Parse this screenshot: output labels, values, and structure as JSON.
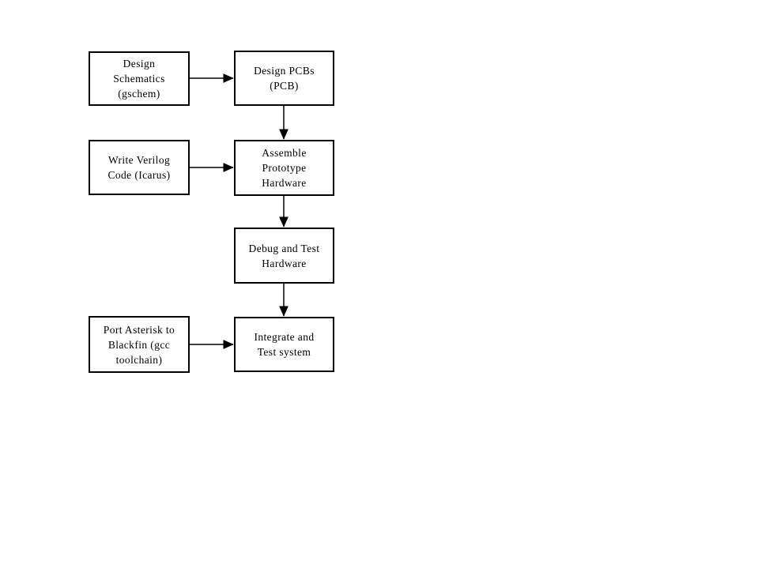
{
  "diagram": {
    "colors": {
      "background": "#ffffff",
      "box_fill": "#ffffff",
      "box_border": "#000000",
      "arrow": "#000000",
      "text": "#000000"
    },
    "nodes": {
      "design_schematics": {
        "lines": [
          "Design",
          "Schematics",
          "(gschem)"
        ]
      },
      "design_pcbs": {
        "lines": [
          "Design PCBs",
          "(PCB)"
        ]
      },
      "write_verilog": {
        "lines": [
          "Write Verilog",
          "Code (Icarus)"
        ]
      },
      "assemble_prototype": {
        "lines": [
          "Assemble",
          "Prototype",
          "Hardware"
        ]
      },
      "debug_test_hardware": {
        "lines": [
          "Debug and Test",
          "Hardware"
        ]
      },
      "port_asterisk": {
        "lines": [
          "Port Asterisk to",
          "Blackfin (gcc",
          "toolchain)"
        ]
      },
      "integrate_test": {
        "lines": [
          "Integrate and",
          "Test system"
        ]
      }
    },
    "edges": [
      {
        "from": "design_schematics",
        "to": "design_pcbs"
      },
      {
        "from": "design_pcbs",
        "to": "assemble_prototype"
      },
      {
        "from": "write_verilog",
        "to": "assemble_prototype"
      },
      {
        "from": "assemble_prototype",
        "to": "debug_test_hardware"
      },
      {
        "from": "debug_test_hardware",
        "to": "integrate_test"
      },
      {
        "from": "port_asterisk",
        "to": "integrate_test"
      }
    ]
  }
}
